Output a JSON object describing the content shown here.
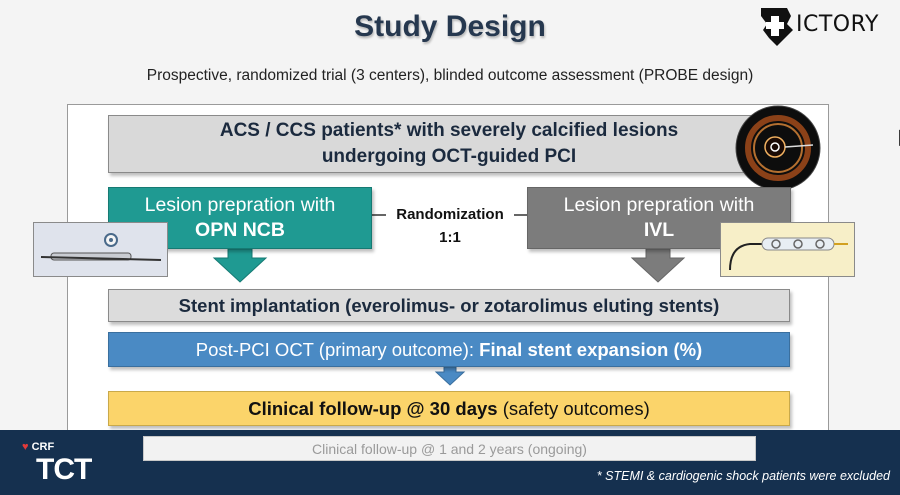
{
  "slide": {
    "title": "Study Design",
    "subtitle": "Prospective, randomized trial (3 centers), blinded outcome assessment (PROBE design)",
    "logo_text": "ICTORY",
    "population": {
      "line1": "ACS / CCS patients* with severely calcified lesions",
      "line2": "undergoing OCT-guided PCI"
    },
    "arm_left": {
      "line1": "Lesion prepration with",
      "line2": "OPN NCB"
    },
    "arm_right": {
      "line1": "Lesion prepration with",
      "line2": "IVL"
    },
    "randomization": {
      "label": "Randomization",
      "ratio": "1:1"
    },
    "stent": "Stent implantation (everolimus- or zotarolimus eluting stents)",
    "post_pci": {
      "text": "Post-PCI OCT (primary outcome): ",
      "highlight": "Final stent expansion (%)"
    },
    "followup": {
      "highlight": "Clinical follow-up @ 30 days",
      "text": " (safety outcomes)"
    },
    "followup_long": "Clinical follow-up @ 1 and 2 years (ongoing)",
    "footnote": "* STEMI & cardiogenic shock patients were excluded",
    "brand": {
      "crf": "CRF",
      "tct": "TCT"
    },
    "colors": {
      "title": "#26384f",
      "teal": "#1f9a92",
      "gray": "#7c7c7c",
      "blue": "#4a8ac4",
      "yellow": "#fbd46a",
      "navy": "#15304f"
    }
  }
}
